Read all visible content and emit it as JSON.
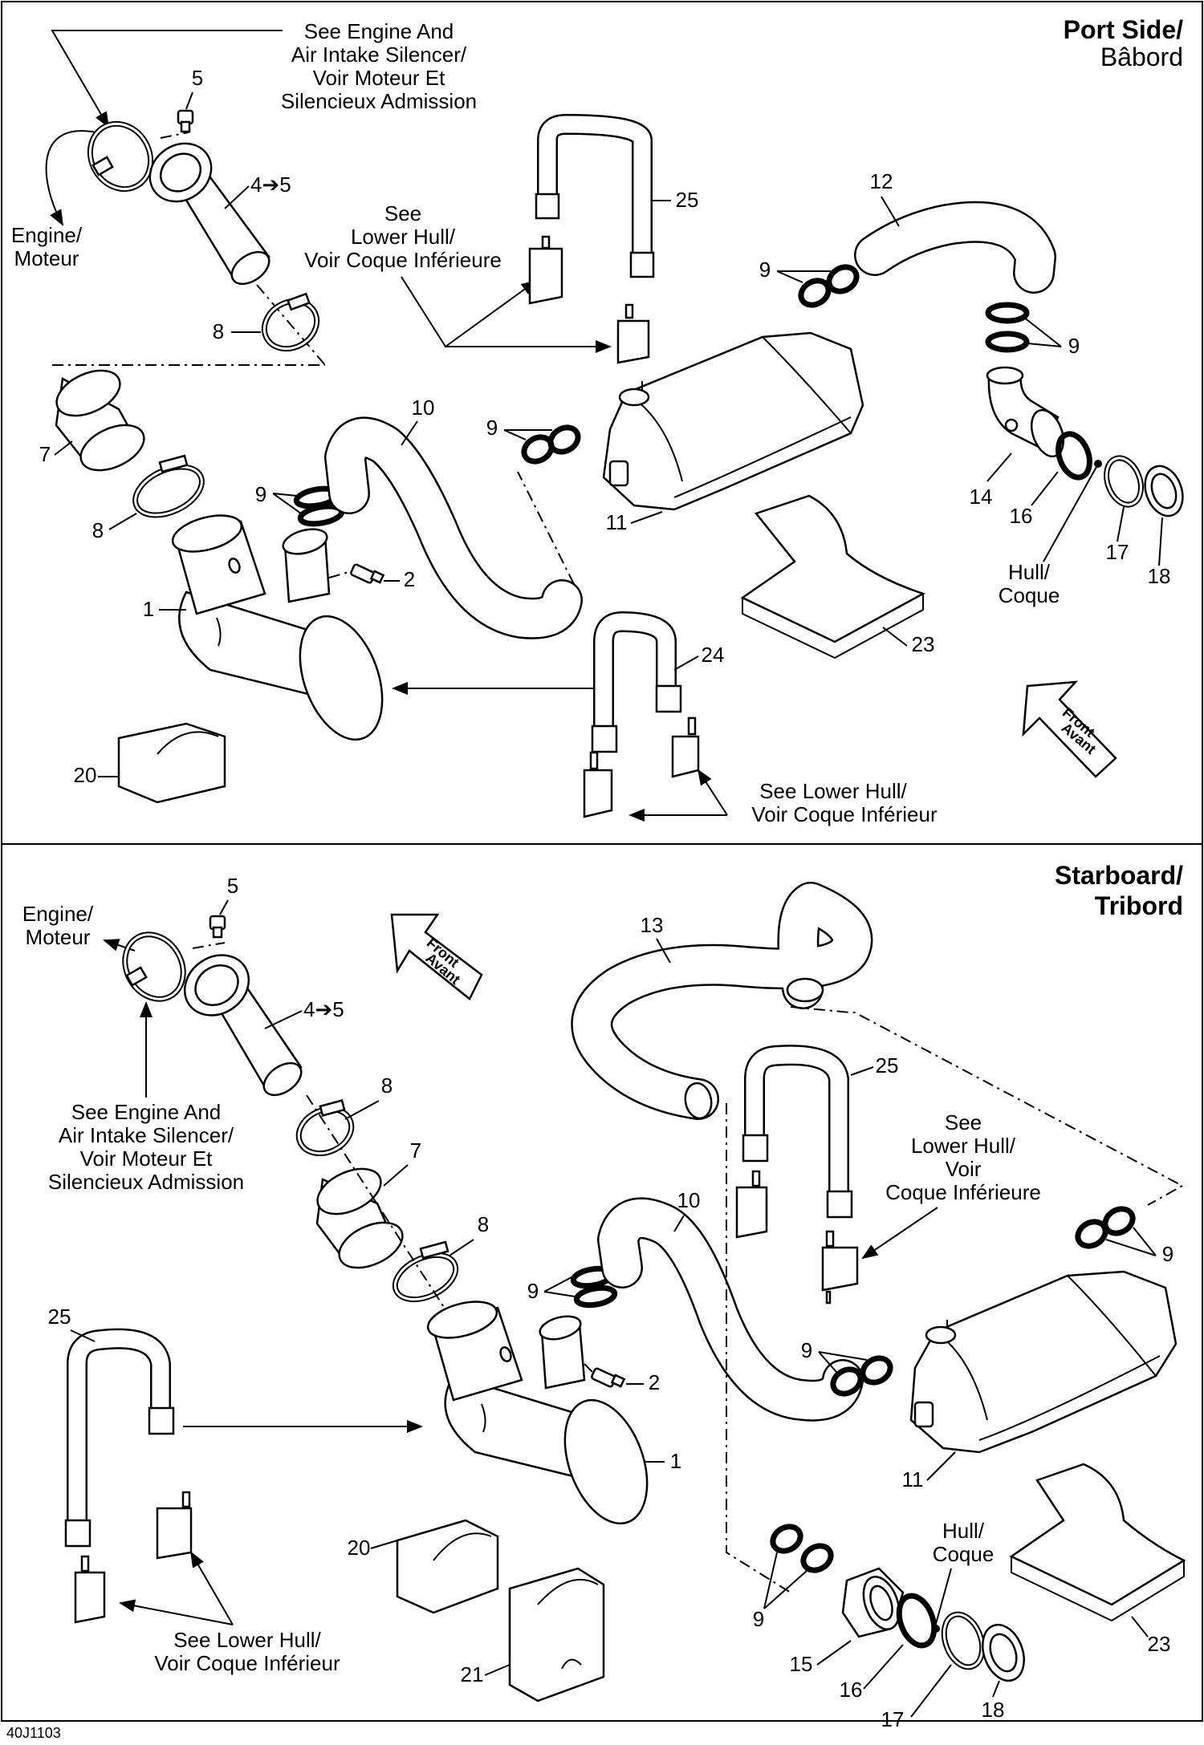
{
  "diagram_code": "40J1103",
  "port": {
    "title_line1": "Port Side/",
    "title_line2": "Bâbord",
    "note_engine_intake": [
      "See Engine And",
      "Air Intake Silencer/",
      "Voir Moteur Et",
      "Silencieux Admission"
    ],
    "note_engine": [
      "Engine/",
      "Moteur"
    ],
    "note_lower_hull_a": [
      "See",
      "Lower Hull/",
      "Voir Coque Inférieure"
    ],
    "note_lower_hull_b": [
      "See Lower Hull/",
      "Voir Coque Inférieur"
    ],
    "note_hull": [
      "Hull/",
      "Coque"
    ],
    "front_sign": [
      "Front",
      "Avant"
    ],
    "callouts": {
      "p5": "5",
      "p45": "4➔5",
      "p25": "25",
      "p12": "12",
      "p9a": "9",
      "p9b": "9",
      "p8a": "8",
      "p7": "7",
      "p10": "10",
      "p9c": "9",
      "p9d": "9",
      "p8b": "8",
      "p2": "2",
      "p1": "1",
      "p11": "11",
      "p14": "14",
      "p16": "16",
      "p17": "17",
      "p18": "18",
      "p23": "23",
      "p24": "24",
      "p20": "20"
    }
  },
  "starboard": {
    "title_line1": "Starboard/",
    "title_line2": "Tribord",
    "note_engine": [
      "Engine/",
      "Moteur"
    ],
    "note_engine_intake": [
      "See Engine And",
      "Air Intake Silencer/",
      "Voir Moteur Et",
      "Silencieux Admission"
    ],
    "note_lower_hull_a": [
      "See",
      "Lower Hull/",
      "Voir",
      "Coque Inférieure"
    ],
    "note_lower_hull_b": [
      "See Lower Hull/",
      "Voir Coque Inférieur"
    ],
    "note_hull": [
      "Hull/",
      "Coque"
    ],
    "front_sign": [
      "Front",
      "Avant"
    ],
    "callouts": {
      "p5": "5",
      "p45": "4➔5",
      "p13": "13",
      "p25a": "25",
      "p8a": "8",
      "p7": "7",
      "p8b": "8",
      "p10": "10",
      "p9a": "9",
      "p9b": "9",
      "p9c": "9",
      "p2": "2",
      "p1": "1",
      "p25b": "25",
      "p11": "11",
      "p20": "20",
      "p21": "21",
      "p9d": "9",
      "p15": "15",
      "p16": "16",
      "p17": "17",
      "p18": "18",
      "p23": "23"
    }
  }
}
